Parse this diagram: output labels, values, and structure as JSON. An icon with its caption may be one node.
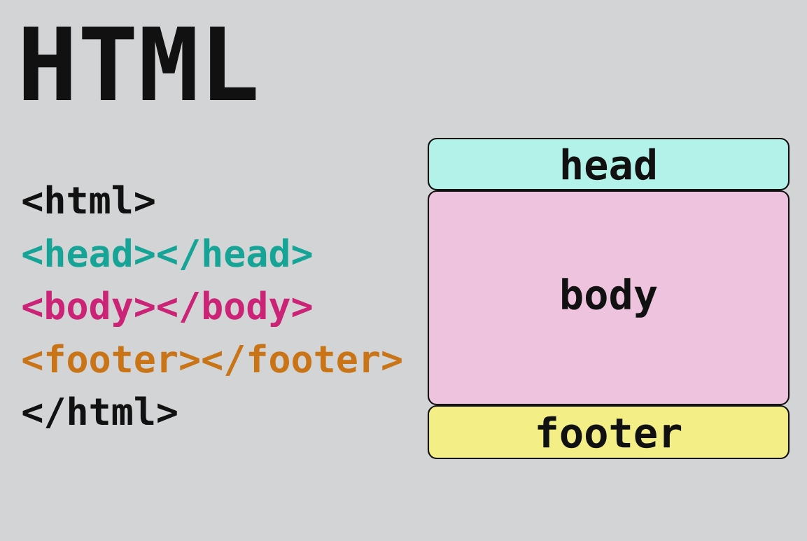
{
  "diagram": {
    "title": "HTML",
    "nodes": [
      {
        "text": [
          "head"
        ]
      },
      {
        "text": [
          "body"
        ]
      },
      {
        "text": [
          "footer"
        ]
      }
    ],
    "labels": [
      "<html>",
      "<head></head>",
      "<body></body>",
      "<footer></footer>",
      "</html>"
    ]
  }
}
